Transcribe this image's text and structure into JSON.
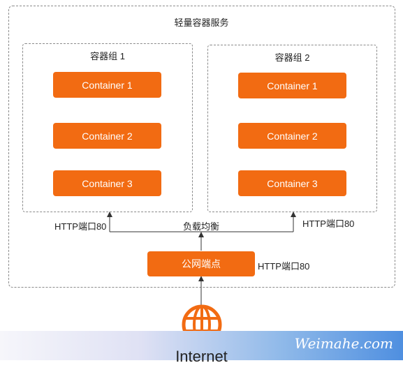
{
  "service": {
    "title": "轻量容器服务"
  },
  "groups": [
    {
      "label": "容器组 1",
      "containers": [
        "Container 1",
        "Container 2",
        "Container 3"
      ]
    },
    {
      "label": "容器组 2",
      "containers": [
        "Container 1",
        "Container 2",
        "Container 3"
      ]
    }
  ],
  "ports": {
    "left": "HTTP端口80",
    "right": "HTTP端口80",
    "public": "HTTP端口80"
  },
  "load_balancer": {
    "label": "负载均衡"
  },
  "public_endpoint": {
    "label": "公网端点"
  },
  "internet": {
    "label": "Internet",
    "icon": "globe-icon"
  },
  "watermark": {
    "text": "Weimahe.com"
  },
  "colors": {
    "accent": "#f26b12",
    "line": "#333333",
    "border": "#8a8a8a"
  }
}
